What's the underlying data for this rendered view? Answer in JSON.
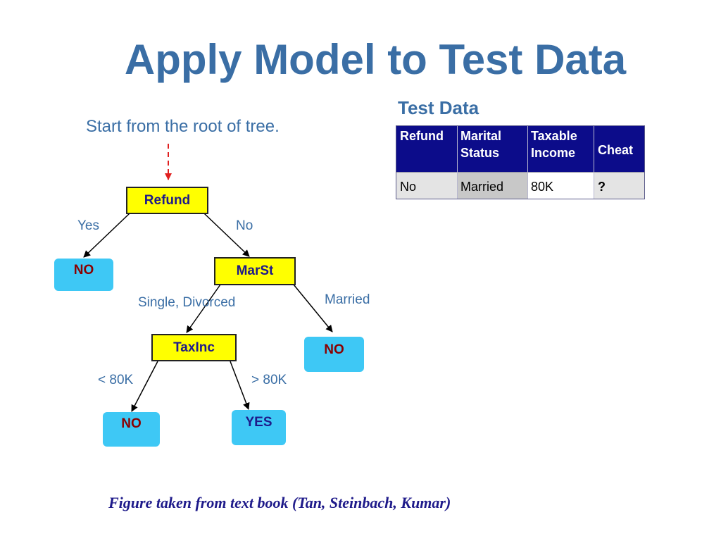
{
  "slide": {
    "title": "Apply Model to Test Data",
    "test_data_heading": "Test Data",
    "instruction": "Start from the root of tree.",
    "caption": "Figure taken from text book (Tan, Steinbach, Kumar)"
  },
  "table": {
    "headers": [
      "Refund",
      "Marital Status",
      "Taxable Income",
      "Cheat"
    ],
    "header_lines": [
      [
        "Refund"
      ],
      [
        "Marital",
        "Status"
      ],
      [
        "Taxable",
        "Income"
      ],
      [
        "Cheat"
      ]
    ],
    "row": [
      "No",
      "Married",
      "80K",
      "?"
    ]
  },
  "tree": {
    "root": "Refund",
    "marst": "MarSt",
    "taxinc": "TaxInc",
    "leaf_refund_yes": "NO",
    "leaf_married": "NO",
    "leaf_low_income": "NO",
    "leaf_high_income": "YES",
    "edge_yes": "Yes",
    "edge_no": "No",
    "edge_single_divorced": "Single, Divorced",
    "edge_married": "Married",
    "edge_lt_80k": "< 80K",
    "edge_gt_80k": "> 80K"
  },
  "colors": {
    "title": "#3a6ea5",
    "decision_fill": "#ffff00",
    "leaf_fill": "#3ec8f5",
    "table_header": "#0c0c8a",
    "pointer_arrow": "#e02020"
  }
}
